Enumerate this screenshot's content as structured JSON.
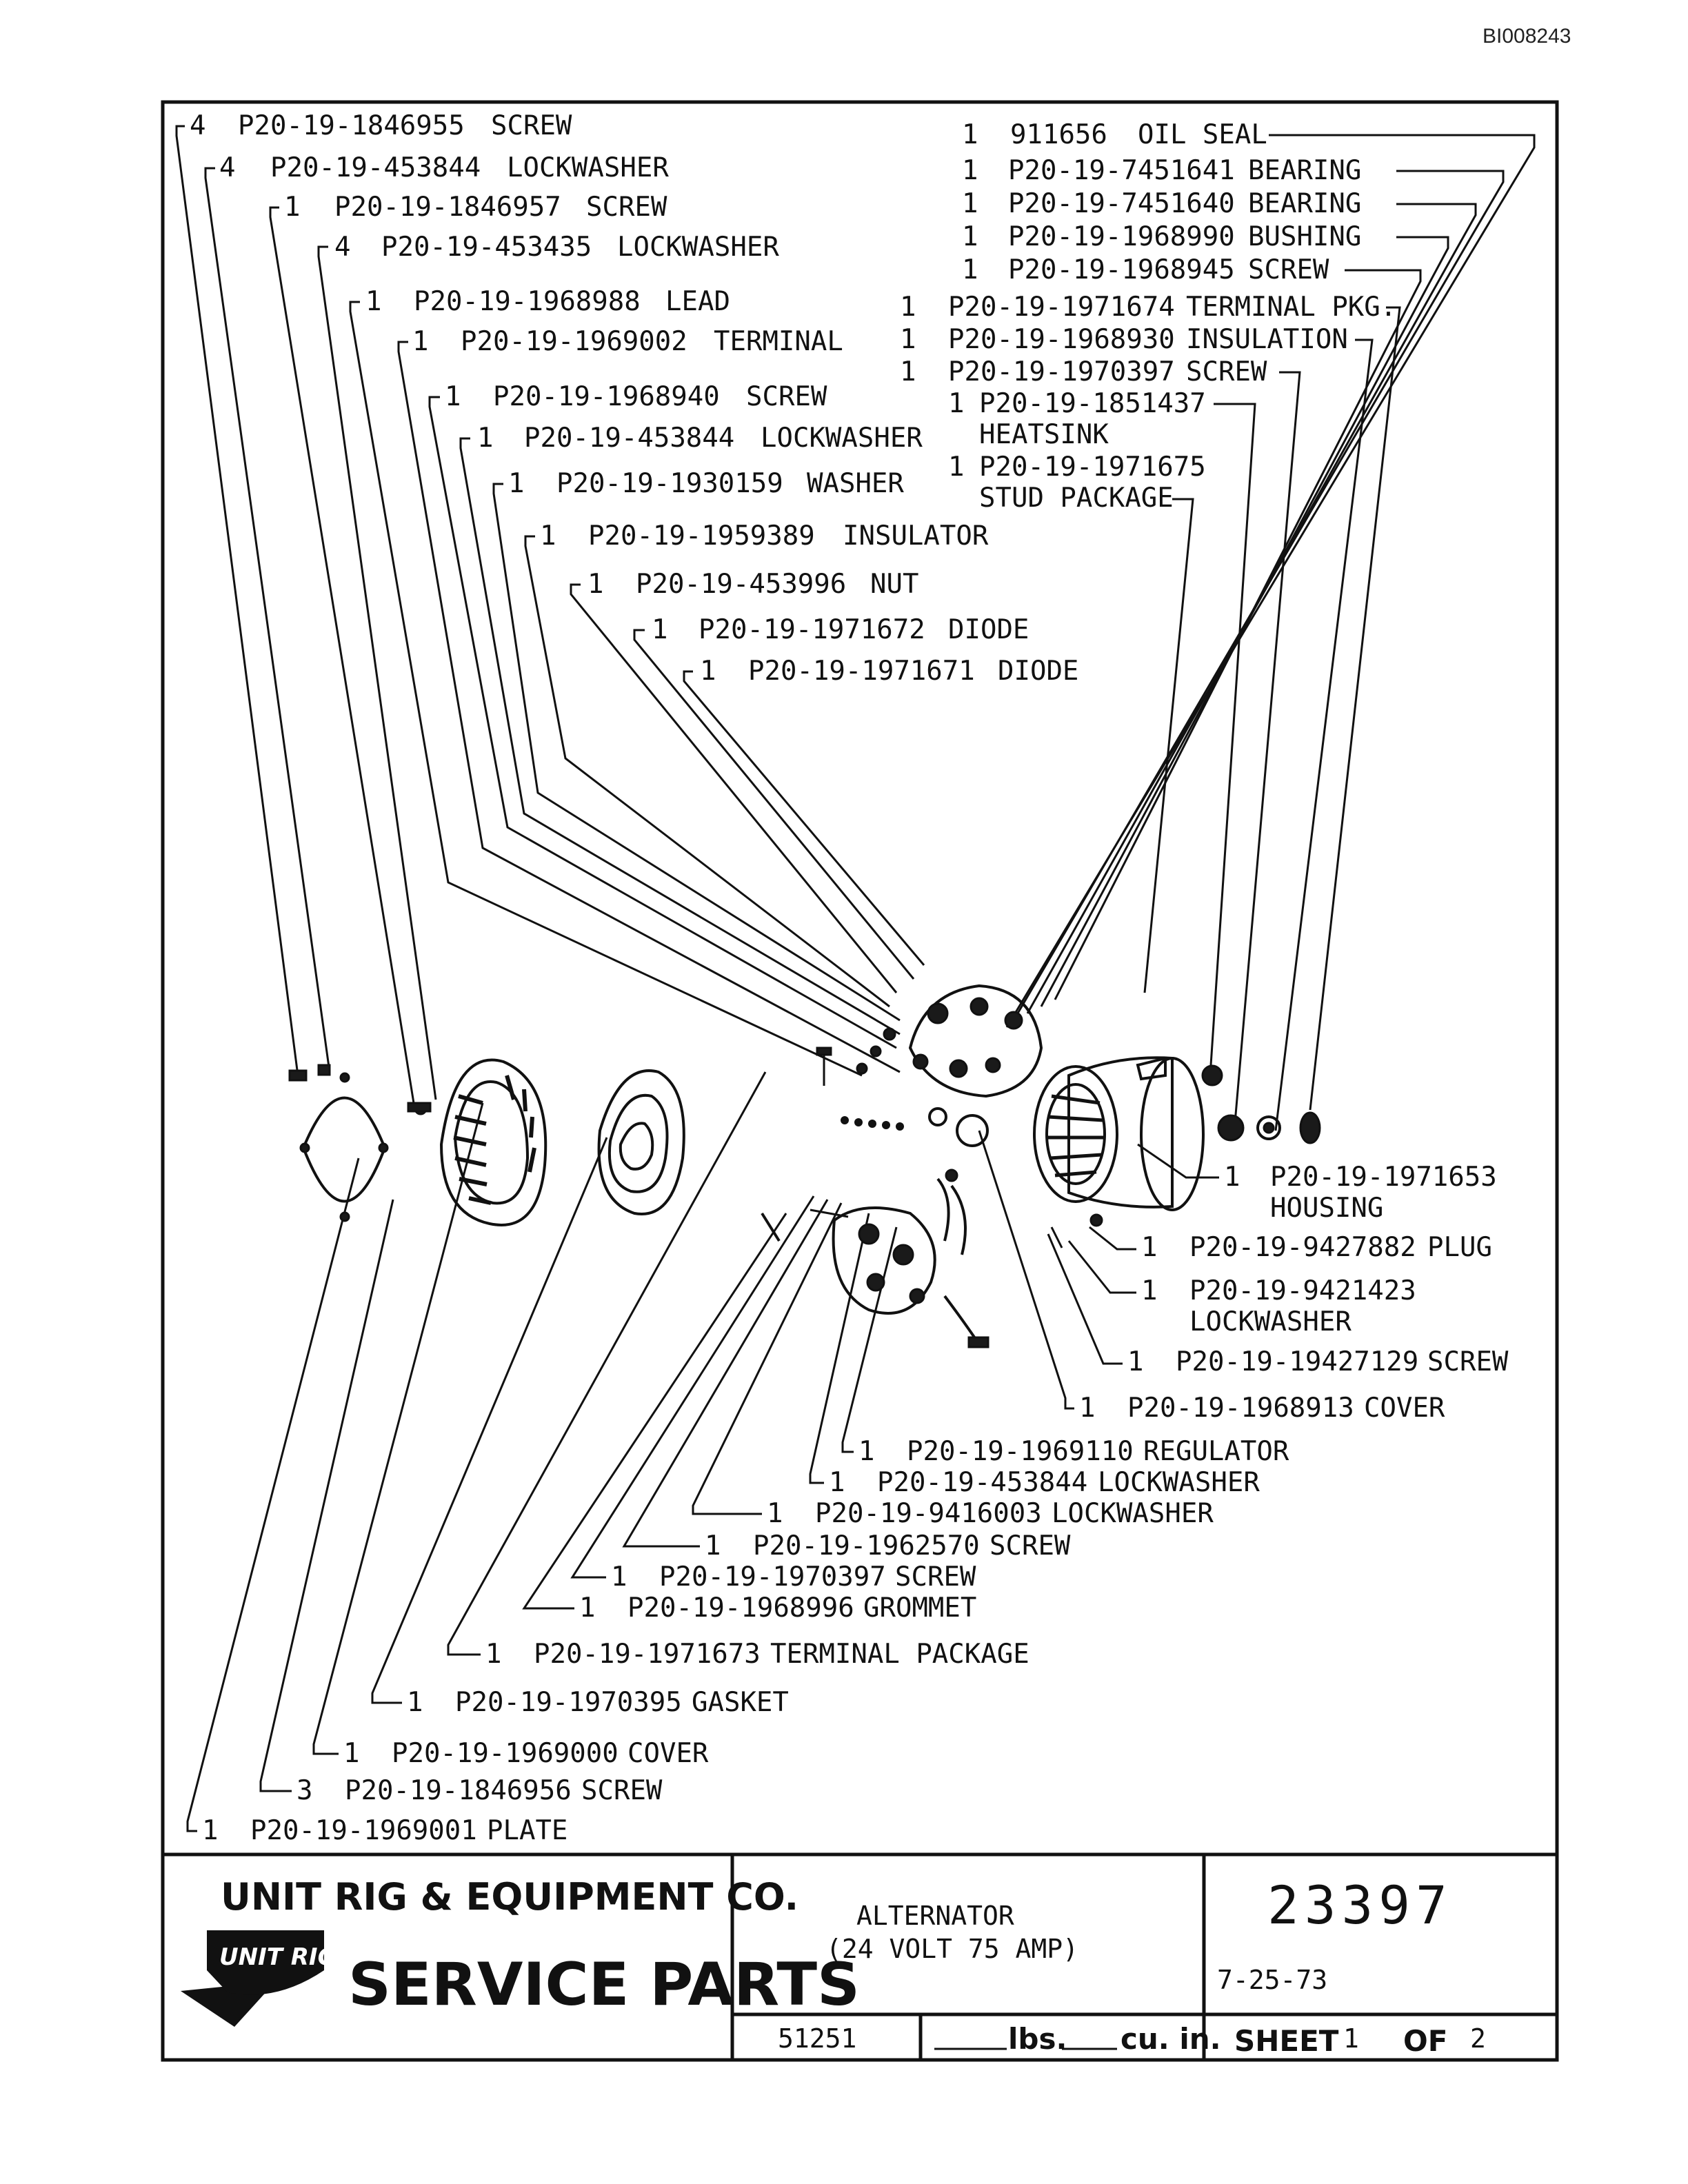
{
  "document_id": "BI008243",
  "callouts_left": [
    {
      "qty": "4",
      "part": "P20-19-1846955",
      "desc": "SCREW"
    },
    {
      "qty": "4",
      "part": "P20-19-453844",
      "desc": "LOCKWASHER"
    },
    {
      "qty": "1",
      "part": "P20-19-1846957",
      "desc": "SCREW"
    },
    {
      "qty": "4",
      "part": "P20-19-453435",
      "desc": "LOCKWASHER"
    },
    {
      "qty": "1",
      "part": "P20-19-1968988",
      "desc": "LEAD"
    },
    {
      "qty": "1",
      "part": "P20-19-1969002",
      "desc": "TERMINAL"
    },
    {
      "qty": "1",
      "part": "P20-19-1968940",
      "desc": "SCREW"
    },
    {
      "qty": "1",
      "part": "P20-19-453844",
      "desc": "LOCKWASHER"
    },
    {
      "qty": "1",
      "part": "P20-19-1930159",
      "desc": "WASHER"
    },
    {
      "qty": "1",
      "part": "P20-19-1959389",
      "desc": "INSULATOR"
    },
    {
      "qty": "1",
      "part": "P20-19-453996",
      "desc": "NUT"
    },
    {
      "qty": "1",
      "part": "P20-19-1971672",
      "desc": "DIODE"
    },
    {
      "qty": "1",
      "part": "P20-19-1971671",
      "desc": "DIODE"
    }
  ],
  "callouts_right": [
    {
      "qty": "1",
      "part": "911656",
      "desc": "OIL SEAL"
    },
    {
      "qty": "1",
      "part": "P20-19-7451641",
      "desc": "BEARING"
    },
    {
      "qty": "1",
      "part": "P20-19-7451640",
      "desc": "BEARING"
    },
    {
      "qty": "1",
      "part": "P20-19-1968990",
      "desc": "BUSHING"
    },
    {
      "qty": "1",
      "part": "P20-19-1968945",
      "desc": "SCREW"
    },
    {
      "qty": "1",
      "part": "P20-19-1971674",
      "desc": "TERMINAL PKG."
    },
    {
      "qty": "1",
      "part": "P20-19-1968930",
      "desc": "INSULATION"
    },
    {
      "qty": "1",
      "part": "P20-19-1970397",
      "desc": "SCREW"
    },
    {
      "qty": "1",
      "part": "P20-19-1851437",
      "desc": "HEATSINK"
    },
    {
      "qty": "1",
      "part": "P20-19-1971675",
      "desc": "STUD PACKAGE"
    }
  ],
  "callouts_lower_right": [
    {
      "qty": "1",
      "part": "P20-19-1971653",
      "desc": "HOUSING"
    },
    {
      "qty": "1",
      "part": "P20-19-9427882",
      "desc": "PLUG"
    },
    {
      "qty": "1",
      "part": "P20-19-9421423",
      "desc": "LOCKWASHER"
    },
    {
      "qty": "1",
      "part": "P20-19-19427129",
      "desc": "SCREW"
    }
  ],
  "callouts_bottom": [
    {
      "qty": "1",
      "part": "P20-19-1968913",
      "desc": "COVER"
    },
    {
      "qty": "1",
      "part": "P20-19-1969110",
      "desc": "REGULATOR"
    },
    {
      "qty": "1",
      "part": "P20-19-453844",
      "desc": "LOCKWASHER"
    },
    {
      "qty": "1",
      "part": "P20-19-9416003",
      "desc": "LOCKWASHER"
    },
    {
      "qty": "1",
      "part": "P20-19-1962570",
      "desc": "SCREW"
    },
    {
      "qty": "1",
      "part": "P20-19-1970397",
      "desc": "SCREW"
    },
    {
      "qty": "1",
      "part": "P20-19-1968996",
      "desc": "GROMMET"
    },
    {
      "qty": "1",
      "part": "P20-19-1971673",
      "desc": "TERMINAL PACKAGE"
    },
    {
      "qty": "1",
      "part": "P20-19-1970395",
      "desc": "GASKET"
    },
    {
      "qty": "1",
      "part": "P20-19-1969000",
      "desc": "COVER"
    },
    {
      "qty": "3",
      "part": "P20-19-1846956",
      "desc": "SCREW"
    },
    {
      "qty": "1",
      "part": "P20-19-1969001",
      "desc": "PLATE"
    }
  ],
  "title_block": {
    "company": "UNIT RIG & EQUIPMENT CO.",
    "logo_text": "UNIT RIG",
    "service_parts": "SERVICE PARTS",
    "title_line1": "ALTERNATOR",
    "title_line2": "(24 VOLT  75 AMP)",
    "drawing_number": "23397",
    "date": "7-25-73",
    "code": "51251",
    "lbs_label": "lbs.",
    "cuin_label": "cu. in.",
    "sheet_label": "SHEET",
    "sheet_num": "1",
    "of_label": "OF",
    "sheet_total": "2"
  }
}
